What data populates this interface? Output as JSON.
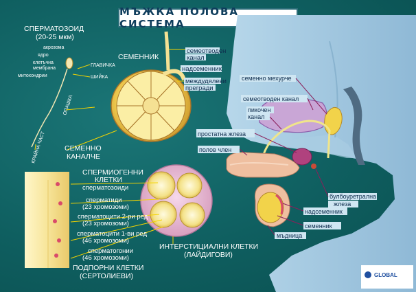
{
  "title": "МЪЖКА ПОЛОВА СИСТЕМА",
  "sperm": {
    "heading": "СПЕРМАТОЗОИД",
    "size": "(20-25 мкм)",
    "parts": [
      "акрозома",
      "ядро",
      "клетъчна",
      "мембрана",
      "митохондрии"
    ],
    "head_label": "ГЛАВИЧКА",
    "neck_label": "ШИЙКА",
    "tail_label": "ОПАШКА",
    "tip_label": "КРАЙНА ЧАСТ"
  },
  "testis": {
    "heading": "СЕМЕННИК",
    "labels": [
      "семеотводен",
      "канал",
      "надсеменник",
      "междудялеви",
      "прегради"
    ],
    "tubule": [
      "СЕМЕННО",
      "КАНАЛЧЕ"
    ]
  },
  "spermatogenic": {
    "heading": [
      "СПЕРМИОГЕННИ",
      "КЛЕТКИ"
    ],
    "items": [
      "сперматозоиди",
      "сперматиди",
      "(23 хромозоми)",
      "сперматоцити 2-ри ред",
      "(23 хромозоми)",
      "сперматоцити 1-ви ред",
      "(46 хромозоми)",
      "сперматогонии",
      "(46 хромозоми)"
    ],
    "support": [
      "ПОДПОРНИ КЛЕТКИ",
      "(СЕРТОЛИЕВИ)"
    ],
    "interstitial": [
      "ИНТЕРСТИЦИАЛНИ КЛЕТКИ",
      "(ЛАЙДИГОВИ)"
    ]
  },
  "anatomy": {
    "labels": [
      "семенно мехурче",
      "семеотводен канал",
      "пикочен",
      "канал",
      "простатна жлеза",
      "полов член",
      "булбоуретрална",
      "жлеза",
      "надсеменник",
      "семенник",
      "мъдница"
    ]
  },
  "publisher": "GLOBAL",
  "colors": {
    "background": "#0f5f60",
    "label_bg": "#cfe6f2",
    "accent": "#f5d400"
  }
}
